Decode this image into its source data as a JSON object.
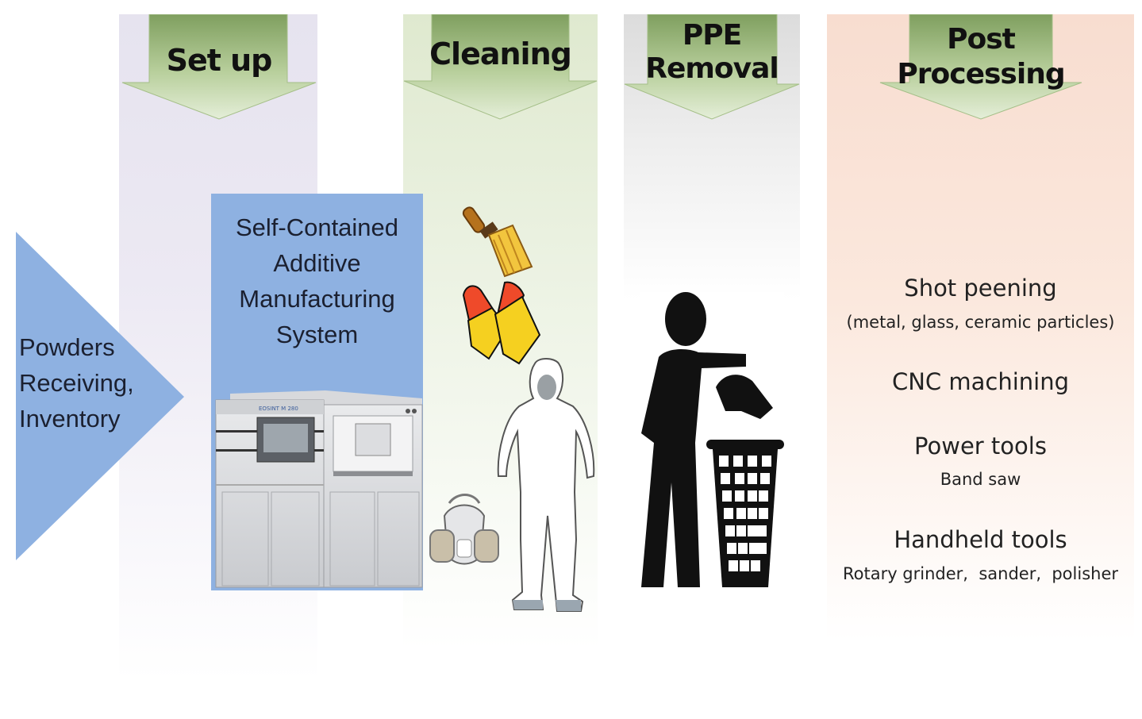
{
  "stages": {
    "setup": "Set up",
    "cleaning": "Cleaning",
    "ppe_removal_line1": "PPE",
    "ppe_removal_line2": "Removal",
    "post_processing_line1": "Post",
    "post_processing_line2": "Processing"
  },
  "input": {
    "line1": "Powders",
    "line2": "Receiving,",
    "line3": "Inventory"
  },
  "system": {
    "line1": "Self-Contained",
    "line2": "Additive",
    "line3": "Manufacturing",
    "line4": "System",
    "machine_brand": "EOSINT M 280"
  },
  "post_items": [
    {
      "title": "Shot peening",
      "detail": "(metal, glass, ceramic particles)"
    },
    {
      "title": "CNC machining",
      "detail": ""
    },
    {
      "title": "Power tools",
      "detail": "Band saw"
    },
    {
      "title": "Handheld tools",
      "detail": "Rotary grinder,  sander,  polisher"
    }
  ],
  "icons": {
    "brush": "brush-icon",
    "gloves": "gloves-icon",
    "respirator": "respirator-icon",
    "suit": "protective-suit-icon",
    "trash": "trash-disposal-icon"
  },
  "colors": {
    "arrow_green": "#9ab87a",
    "input_arrow_blue": "#8eb1e1",
    "system_box_blue": "#8eb1e1",
    "glove_yellow": "#f5d020"
  }
}
